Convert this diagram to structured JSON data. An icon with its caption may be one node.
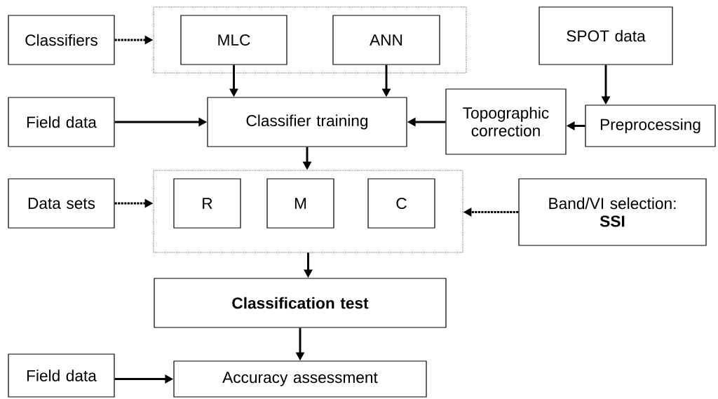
{
  "diagram": {
    "nodes": [
      {
        "text": [
          "Classifiers"
        ]
      },
      {
        "text": [],
        "shape": "box"
      },
      {
        "text": [
          "MLC"
        ],
        "in": 1
      },
      {
        "text": [
          "ANN"
        ],
        "in": 1
      },
      {
        "text": [
          "SPOT data"
        ]
      },
      {
        "text": [
          "Field data"
        ]
      },
      {
        "text": [
          "Classifier training"
        ]
      },
      {
        "text": [
          "Topographic correction"
        ]
      },
      {
        "text": [
          "Preprocessing"
        ]
      },
      {
        "text": [
          "Data  sets"
        ]
      },
      {
        "text": [],
        "shape": "box"
      },
      {
        "text": [
          "R"
        ],
        "in": 10
      },
      {
        "text": [
          "M"
        ],
        "in": 10
      },
      {
        "text": [
          "C"
        ],
        "in": 10
      },
      {
        "text": [
          "Band/VI selection:",
          "**SSI**"
        ]
      },
      {
        "text": [
          "Classification test"
        ]
      },
      {
        "text": [
          "Field data"
        ]
      },
      {
        "text": [
          "Accuracy assessment"
        ]
      }
    ],
    "edges": [
      {
        "from": 0,
        "to": 1,
        "arrow": "to",
        "style": "dashed"
      },
      {
        "from": 2,
        "to": 6,
        "arrow": "to"
      },
      {
        "from": 3,
        "to": 6,
        "arrow": "to"
      },
      {
        "from": 4,
        "to": 8,
        "arrow": "to"
      },
      {
        "from": 5,
        "to": 6,
        "arrow": "to"
      },
      {
        "from": 7,
        "to": 6,
        "arrow": "to"
      },
      {
        "from": 8,
        "to": 7,
        "arrow": "to"
      },
      {
        "from": 6,
        "to": 10,
        "arrow": "to"
      },
      {
        "from": 9,
        "to": 10,
        "arrow": "to",
        "style": "dashed"
      },
      {
        "from": 14,
        "to": 10,
        "arrow": "to",
        "style": "dashed"
      },
      {
        "from": 10,
        "to": 15,
        "arrow": "to"
      },
      {
        "from": 15,
        "to": 17,
        "arrow": "to"
      },
      {
        "from": 16,
        "to": 17,
        "arrow": "to"
      }
    ]
  }
}
